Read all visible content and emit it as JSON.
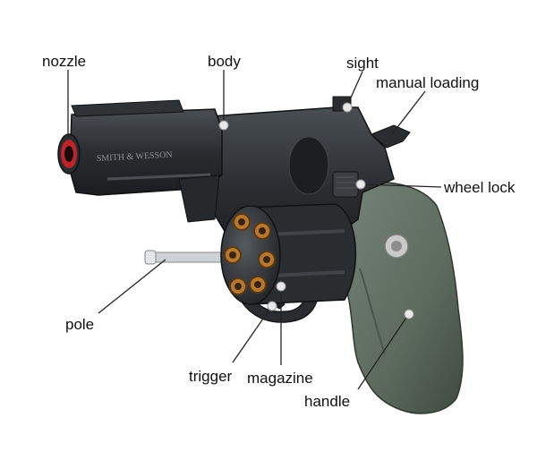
{
  "labels": {
    "nozzle": "nozzle",
    "body": "body",
    "sight": "sight",
    "manual_loading": "manual loading",
    "wheel_lock": "wheel lock",
    "pole": "pole",
    "trigger": "trigger",
    "magazine": "magazine",
    "handle": "handle"
  },
  "engraving": "SMITH & WESSON",
  "colors": {
    "metal": "#2a2d30",
    "grip": "#5d6b5e",
    "muzzle_ring": "#c0242a",
    "cartridge": "#b8782f"
  }
}
